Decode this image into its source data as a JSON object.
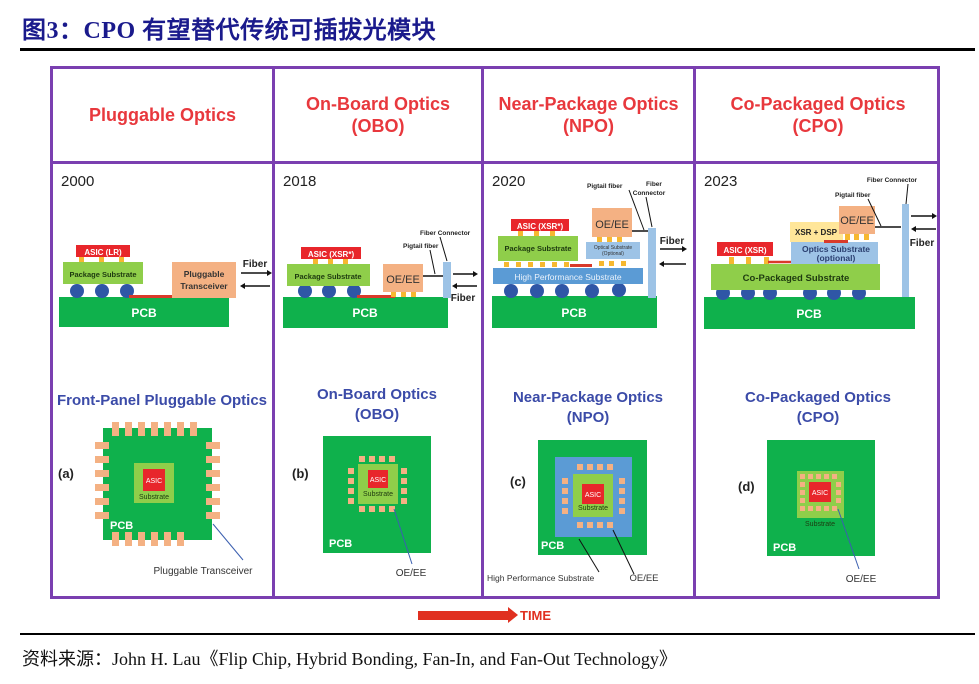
{
  "figure": {
    "title": "图3：CPO 有望替代传统可插拔光模块",
    "source": "资料来源：John H. Lau《Flip Chip, Hybrid Bonding, Fan-In, and Fan-Out Technology》",
    "time_label": "TIME"
  },
  "colors": {
    "frame": "#7a3fb0",
    "header_text": "#e8383d",
    "pcb": "#0fb14c",
    "package_substrate": "#8fce4a",
    "asic": "#e8262b",
    "oe_ee": "#f4b183",
    "high_perf_substrate": "#5b9bd5",
    "bump": "#2f56a6",
    "trace": "#d93a2a",
    "blue_label": "#3b4ba8"
  },
  "columns": [
    {
      "header": "Pluggable Optics",
      "year": "2000",
      "cross_section": {
        "asic": "ASIC (LR)",
        "substrate": "Package Substrate",
        "module": "Pluggable\nTransceiver",
        "fiber": "Fiber",
        "pcb": "PCB"
      },
      "top_view": {
        "title": "Front-Panel Pluggable Optics",
        "tag": "(a)",
        "asic": "ASIC",
        "substrate": "Substrate",
        "pcb": "PCB",
        "callout": "Pluggable Transceiver"
      }
    },
    {
      "header": "On-Board Optics\n(OBO)",
      "year": "2018",
      "cross_section": {
        "asic": "ASIC (XSR*)",
        "substrate": "Package Substrate",
        "module": "OE/EE",
        "pigtail": "Pigtail fiber",
        "connector": "Fiber Connector",
        "fiber": "Fiber",
        "pcb": "PCB"
      },
      "top_view": {
        "title": "On-Board Optics\n(OBO)",
        "tag": "(b)",
        "asic": "ASIC",
        "substrate": "Substrate",
        "pcb": "PCB",
        "callout": "OE/EE"
      }
    },
    {
      "header": "Near-Package Optics\n(NPO)",
      "year": "2020",
      "cross_section": {
        "asic": "ASIC (XSR*)",
        "substrate": "Package Substrate",
        "module": "OE/EE",
        "optical_substrate": "Optical Substrate\n(Optional)",
        "hp_substrate": "High Performance Substrate",
        "pigtail": "Pigtail fiber",
        "connector": "Fiber\nConnector",
        "fiber": "Fiber",
        "pcb": "PCB"
      },
      "top_view": {
        "title": "Near-Package Optics\n(NPO)",
        "tag": "(c)",
        "asic": "ASIC",
        "substrate": "Substrate",
        "pcb": "PCB",
        "callout": "OE/EE",
        "callout2": "High Performance Substrate"
      }
    },
    {
      "header": "Co-Packaged Optics\n(CPO)",
      "year": "2023",
      "cross_section": {
        "asic": "ASIC (XSR)",
        "dsp": "XSR + DSP",
        "module": "OE/EE",
        "optics_substrate": "Optics Substrate\n(optional)",
        "substrate": "Co-Packaged Substrate",
        "pigtail": "Pigtail fiber",
        "connector": "Fiber Connector",
        "fiber": "Fiber",
        "pcb": "PCB"
      },
      "top_view": {
        "title": "Co-Packaged Optics\n(CPO)",
        "tag": "(d)",
        "asic": "ASIC",
        "substrate": "Substrate",
        "pcb": "PCB",
        "callout": "OE/EE"
      }
    }
  ]
}
